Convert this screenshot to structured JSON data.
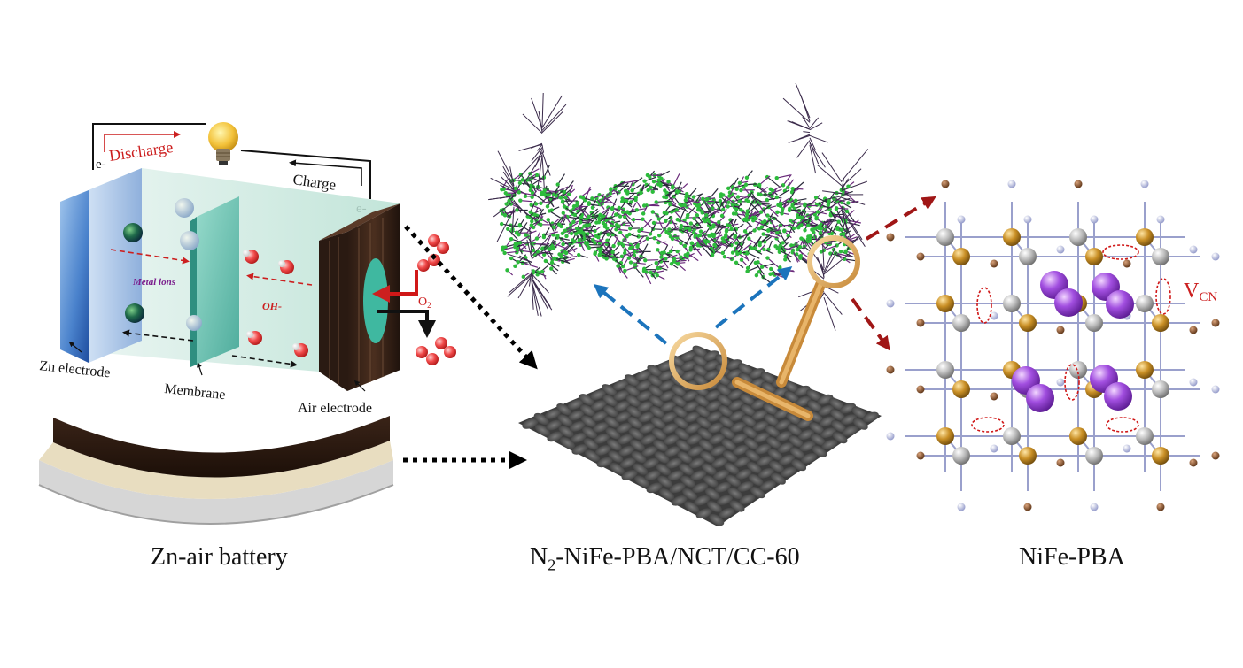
{
  "battery": {
    "discharge_label": "Discharge",
    "charge_label": "Charge",
    "electron_left": "e-",
    "electron_right": "e-",
    "metal_ions_label": "Metal ions",
    "oh_label": "OH-",
    "o2_label": "O",
    "o2_sub": "2",
    "zn_electrode_label": "Zn electrode",
    "membrane_label": "Membrane",
    "air_electrode_label": "Air electrode"
  },
  "pba": {
    "vcn_main": "V",
    "vcn_sub": "CN"
  },
  "captions": {
    "left": "Zn-air battery",
    "center_n": "N",
    "center_sub": "2",
    "center_rest": "-NiFe-PBA/NCT/CC-60",
    "right": "NiFe-PBA"
  },
  "colors": {
    "red_label": "#cc1f1f",
    "blue_arrow": "#1c74bc",
    "dark_red_arrow": "#a01616",
    "purple_text": "#7a1d8c",
    "zn_blue": "#3f78c8",
    "air_dark": "#3a2418",
    "green_nanotube": "#2dbb3c",
    "ni_gold": "#c9902a",
    "fe_gray": "#a9a9a9",
    "purple_k": "#9b3fd0"
  },
  "icons": [
    "bulb-icon",
    "magnifier-icon"
  ]
}
